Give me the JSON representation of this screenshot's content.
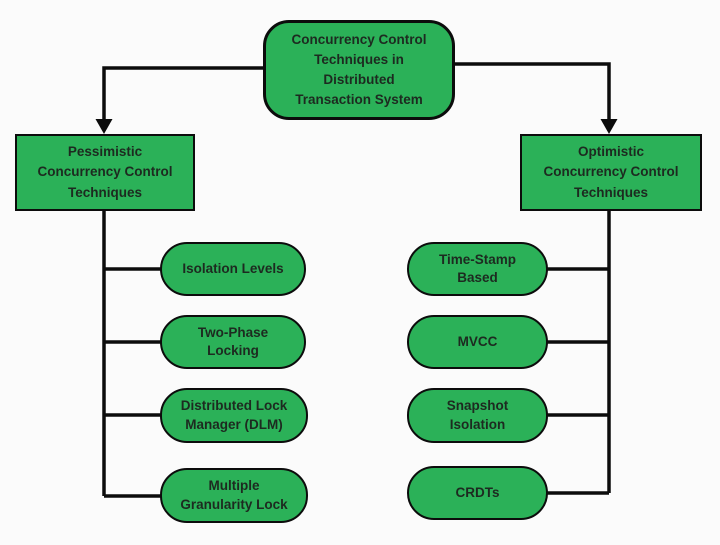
{
  "diagram": {
    "title": "Concurrency Control Techniques in Distributed Transaction System",
    "colors": {
      "node_fill": "#2bb158",
      "node_border": "#0c0c0c",
      "connector": "#0c0c0c",
      "text": "#1d2a20",
      "background": "#fbfbfb"
    },
    "nodes": {
      "root": "Concurrency Control\nTechniques in\nDistributed\nTransaction System",
      "pessimistic": "Pessimistic\nConcurrency Control\nTechniques",
      "optimistic": "Optimistic\nConcurrency Control\nTechniques",
      "pessimistic_children": [
        "Isolation Levels",
        "Two-Phase\nLocking",
        "Distributed Lock\nManager (DLM)",
        "Multiple\nGranularity Lock"
      ],
      "optimistic_children": [
        "Time-Stamp\nBased",
        "MVCC",
        "Snapshot\nIsolation",
        "CRDTs"
      ]
    }
  }
}
